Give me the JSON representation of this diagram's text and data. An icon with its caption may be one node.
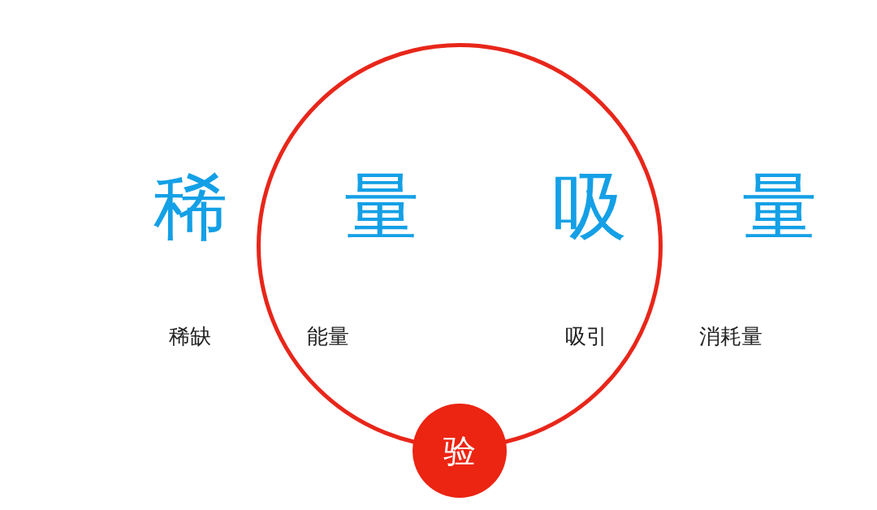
{
  "diagram": {
    "nodes": [
      {
        "text": [],
        "shape": "circle"
      },
      {
        "text": [
          "验"
        ]
      }
    ],
    "edges": [],
    "labels": [
      "稀",
      "量",
      "吸",
      "量",
      "稀缺",
      "能量",
      "吸引",
      "消耗量"
    ]
  }
}
